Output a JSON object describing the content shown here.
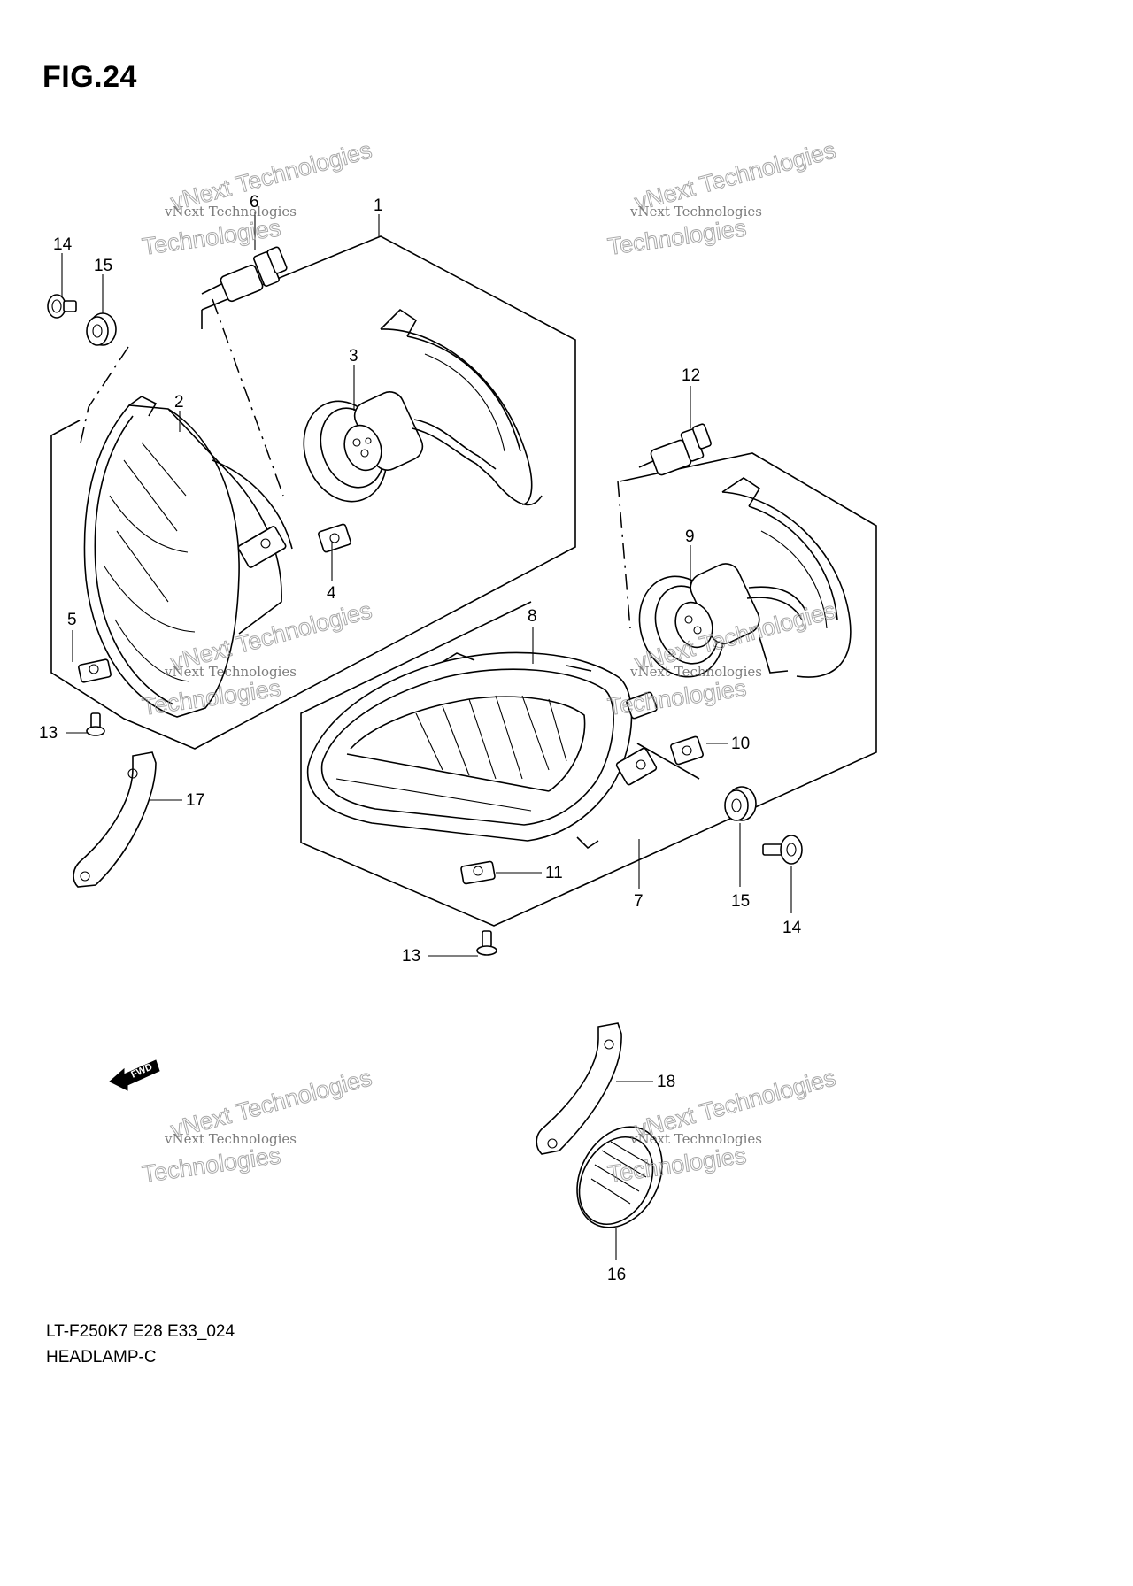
{
  "figure": {
    "title": "FIG.24",
    "model_code": "LT-F250K7 E28 E33_024",
    "name": "HEADLAMP-C"
  },
  "watermark": {
    "line1": "vNext Technologies",
    "line2": "vNext Technologies",
    "line3": "Technologies"
  },
  "direction_marker": {
    "label": "FWD",
    "icon": "forward-arrow-icon"
  },
  "callouts": [
    {
      "id": "c1",
      "label": "1"
    },
    {
      "id": "c2",
      "label": "2"
    },
    {
      "id": "c3",
      "label": "3"
    },
    {
      "id": "c4",
      "label": "4"
    },
    {
      "id": "c5",
      "label": "5"
    },
    {
      "id": "c6",
      "label": "6"
    },
    {
      "id": "c7",
      "label": "7"
    },
    {
      "id": "c8",
      "label": "8"
    },
    {
      "id": "c9",
      "label": "9"
    },
    {
      "id": "c10",
      "label": "10"
    },
    {
      "id": "c11",
      "label": "11"
    },
    {
      "id": "c12",
      "label": "12"
    },
    {
      "id": "c13a",
      "label": "13"
    },
    {
      "id": "c13b",
      "label": "13"
    },
    {
      "id": "c14a",
      "label": "14"
    },
    {
      "id": "c14b",
      "label": "14"
    },
    {
      "id": "c15a",
      "label": "15"
    },
    {
      "id": "c15b",
      "label": "15"
    },
    {
      "id": "c16",
      "label": "16"
    },
    {
      "id": "c17",
      "label": "17"
    },
    {
      "id": "c18",
      "label": "18"
    }
  ]
}
